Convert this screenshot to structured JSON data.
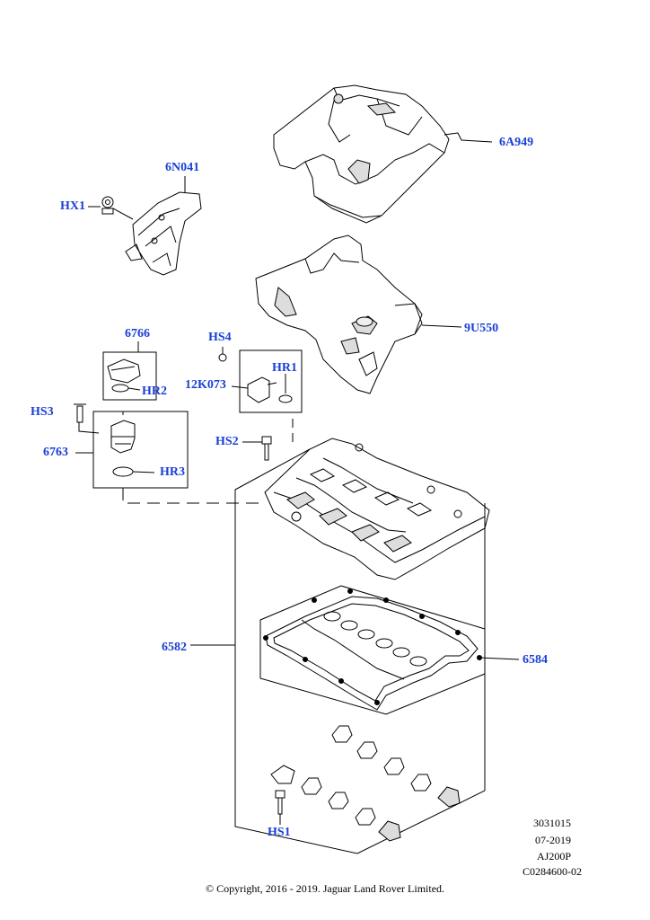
{
  "callouts": {
    "c_6A949": "6A949",
    "c_6N041": "6N041",
    "c_HX1": "HX1",
    "c_9U550": "9U550",
    "c_6766": "6766",
    "c_HS4": "HS4",
    "c_HR1": "HR1",
    "c_12K073": "12K073",
    "c_HR2": "HR2",
    "c_HS3": "HS3",
    "c_6763": "6763",
    "c_HS2": "HS2",
    "c_HR3": "HR3",
    "c_6582": "6582",
    "c_6584": "6584",
    "c_HS1": "HS1"
  },
  "meta": {
    "ref_number": "3031015",
    "date": "07-2019",
    "engine_code": "AJ200P",
    "illustration_id": "C0284600-02"
  },
  "copyright": "© Copyright, 2016 - 2019. Jaguar Land Rover Limited.",
  "colors": {
    "callout": "#1a3fd6",
    "line": "#000000",
    "part_fill": "#ffffff",
    "part_shade": "#d9d9d9"
  }
}
